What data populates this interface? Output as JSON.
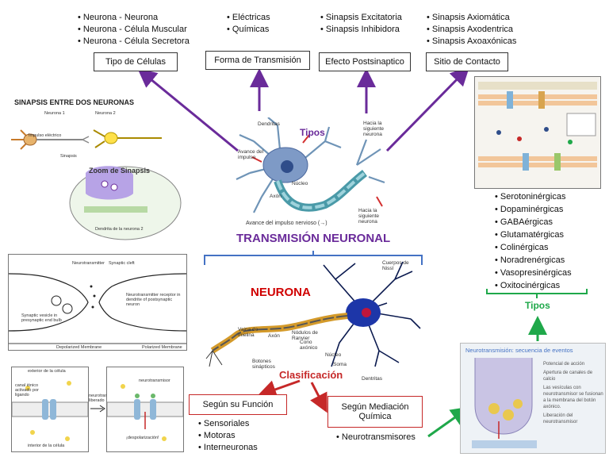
{
  "top": {
    "cells": {
      "bullets": [
        "Neurona - Neurona",
        "Neurona - Célula Muscular",
        "Neurona - Célula Secretora"
      ],
      "label": "Tipo de Células"
    },
    "transmission": {
      "bullets": [
        "Eléctricas",
        "Químicas"
      ],
      "label": "Forma de Transmisión"
    },
    "effect": {
      "bullets": [
        "Sinapsis Excitatoria",
        "Sinapsis Inhibidora"
      ],
      "label": "Efecto Postsinaptico"
    },
    "contact": {
      "bullets": [
        "Sinapsis Axiomática",
        "Sinapsis Axodentrica",
        "Sinapsis Axoaxónicas"
      ],
      "label": "Sitio de Contacto"
    }
  },
  "center": {
    "tipos": "Tipos",
    "title": "TRANSMISIÓN NEURONAL",
    "neuron_labels": {
      "dendritas": "Dendritas",
      "avance": "Avance del impulso",
      "nucleo": "Núcleo",
      "axon": "Axón",
      "hacia_top": "Hacia la siguiente neurona",
      "hacia_bottom": "Hacia la siguiente neurona",
      "caption": "Avance del impulso nervioso (→)"
    }
  },
  "neurona": {
    "title": "NEURONA",
    "labels": {
      "cuerpos": "Cuerpos de Nissl",
      "vaina": "Vaina de mielina",
      "axon": "Axón",
      "nodulos": "Nódulos de Ranvier",
      "cono": "Cono axónico",
      "nucleo": "Núcleo",
      "soma": "Soma",
      "botones": "Botones sinápticos",
      "dentritas": "Dentritas"
    }
  },
  "classification": {
    "label": "Clasificación",
    "funcion": {
      "label": "Según su Función",
      "bullets": [
        "Sensoriales",
        "Motoras",
        "Interneuronas"
      ]
    },
    "mediacion": {
      "label": "Según Mediación Química",
      "bullets": [
        "Neurotransmisores"
      ]
    }
  },
  "right": {
    "types": [
      "Serotoninérgicas",
      "Dopaminérgicas",
      "GABAérgicas",
      "Glutamatérgicas",
      "Colinérgicas",
      "Noradrenérgicas",
      "Vasopresinérgicas",
      "Oxitocinérgicas"
    ],
    "tipos": "Tipos",
    "sequence": {
      "title": "Neurotransmisión: secuencia de eventos",
      "steps": [
        "Potencial de acción",
        "Apertura de canales de calcio",
        "Las vesículas con neurotransmisor se fusionan a la membrana del botón axónico.",
        "Liberación del neurotransmisor"
      ]
    }
  },
  "left": {
    "synapse_title": "SINAPSIS ENTRE DOS NEURONAS",
    "neuron1": "Neurona 1",
    "neuron2": "Neurona 2",
    "impulse": "Impulso eléctrico",
    "sinapsis": "Sinapsis",
    "zoom": "Zoom de Sinapsis",
    "dendrite": "Dendrita de la neurona 2",
    "panel2": {
      "neurotransmitter": "Neurotransmitter",
      "cleft": "Synaptic cleft",
      "vesicle": "Synaptic vesicle in presynaptic end bulb",
      "receptor": "Neurotransmitter receptor in dendrite of postsynaptic neuron",
      "depolarized": "Depolarized Membrane",
      "polarized": "Polarized Membrane"
    },
    "panel3": {
      "exterior": "exterior de la célula",
      "canal": "canal iónico activado por ligando",
      "interior": "interior de la célula",
      "liberado": "neurotransmisor liberado",
      "neuro": "neurotransmisor",
      "despol": "¡despolarización!"
    }
  },
  "colors": {
    "purple": "#6a2b9a",
    "red": "#c62828",
    "green": "#1fa84a",
    "blue": "#4472c4"
  }
}
